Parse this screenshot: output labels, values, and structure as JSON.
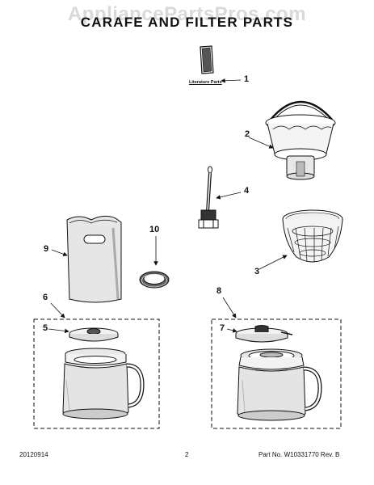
{
  "watermark": "AppliancePartsPros.com",
  "title": "CARAFE AND FILTER PARTS",
  "literature_label": "Literature Parts",
  "callouts": {
    "c1": "1",
    "c2": "2",
    "c3": "3",
    "c4": "4",
    "c5": "5",
    "c6": "6",
    "c7": "7",
    "c8": "8",
    "c9": "9",
    "c10": "10"
  },
  "footer": {
    "date": "20120914",
    "page": "2",
    "part_no": "Part No. W10331770  Rev. B"
  }
}
